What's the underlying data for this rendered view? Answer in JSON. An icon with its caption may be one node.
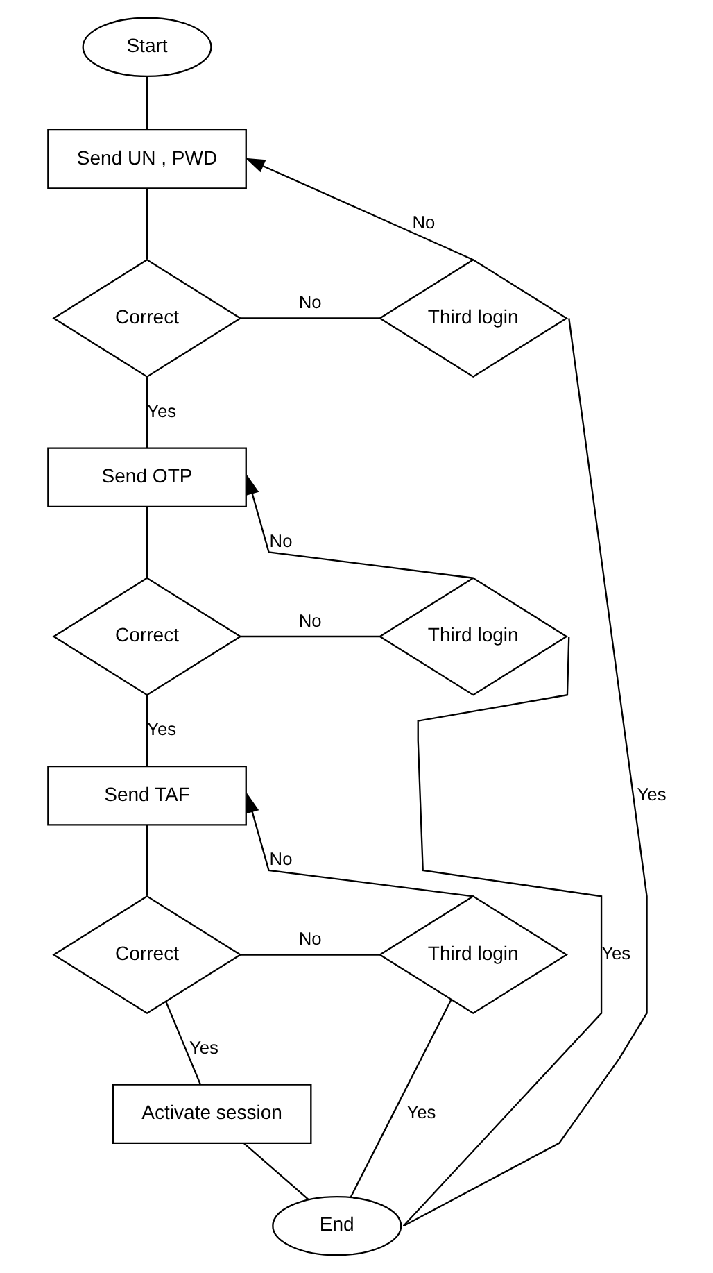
{
  "diagram": {
    "nodes": [
      {
        "text": [
          "Start"
        ]
      },
      {
        "text": [
          "Send UN , PWD"
        ]
      },
      {
        "text": [
          "Correct"
        ]
      },
      {
        "text": [
          "Third login"
        ]
      },
      {
        "text": [
          "Send OTP"
        ]
      },
      {
        "text": [
          "Correct"
        ]
      },
      {
        "text": [
          "Third login"
        ]
      },
      {
        "text": [
          "Send TAF"
        ]
      },
      {
        "text": [
          "Correct"
        ]
      },
      {
        "text": [
          "Third login"
        ]
      },
      {
        "text": [
          "Activate session"
        ]
      },
      {
        "text": [
          "End"
        ]
      }
    ],
    "edges": [
      {
        "from": 0,
        "to": 1,
        "arrow": "none"
      },
      {
        "from": 1,
        "to": 2,
        "arrow": "none"
      },
      {
        "from": 2,
        "to": 3,
        "arrow": "none",
        "label": "No"
      },
      {
        "from": 3,
        "to": 1,
        "arrow": "to",
        "label": "No"
      },
      {
        "from": 3,
        "to": 11,
        "arrow": "none",
        "label": "Yes"
      },
      {
        "from": 2,
        "to": 4,
        "arrow": "none",
        "label": "Yes"
      },
      {
        "from": 4,
        "to": 5,
        "arrow": "none"
      },
      {
        "from": 5,
        "to": 6,
        "arrow": "none",
        "label": "No"
      },
      {
        "from": 6,
        "to": 4,
        "arrow": "to",
        "label": "No"
      },
      {
        "from": 6,
        "to": 11,
        "arrow": "none",
        "label": "Yes"
      },
      {
        "from": 5,
        "to": 7,
        "arrow": "none",
        "label": "Yes"
      },
      {
        "from": 7,
        "to": 8,
        "arrow": "none"
      },
      {
        "from": 8,
        "to": 9,
        "arrow": "none",
        "label": "No"
      },
      {
        "from": 9,
        "to": 7,
        "arrow": "to",
        "label": "No"
      },
      {
        "from": 9,
        "to": 11,
        "arrow": "none",
        "label": "Yes"
      },
      {
        "from": 8,
        "to": 10,
        "arrow": "none",
        "label": "Yes"
      },
      {
        "from": 10,
        "to": 11,
        "arrow": "none"
      }
    ]
  }
}
